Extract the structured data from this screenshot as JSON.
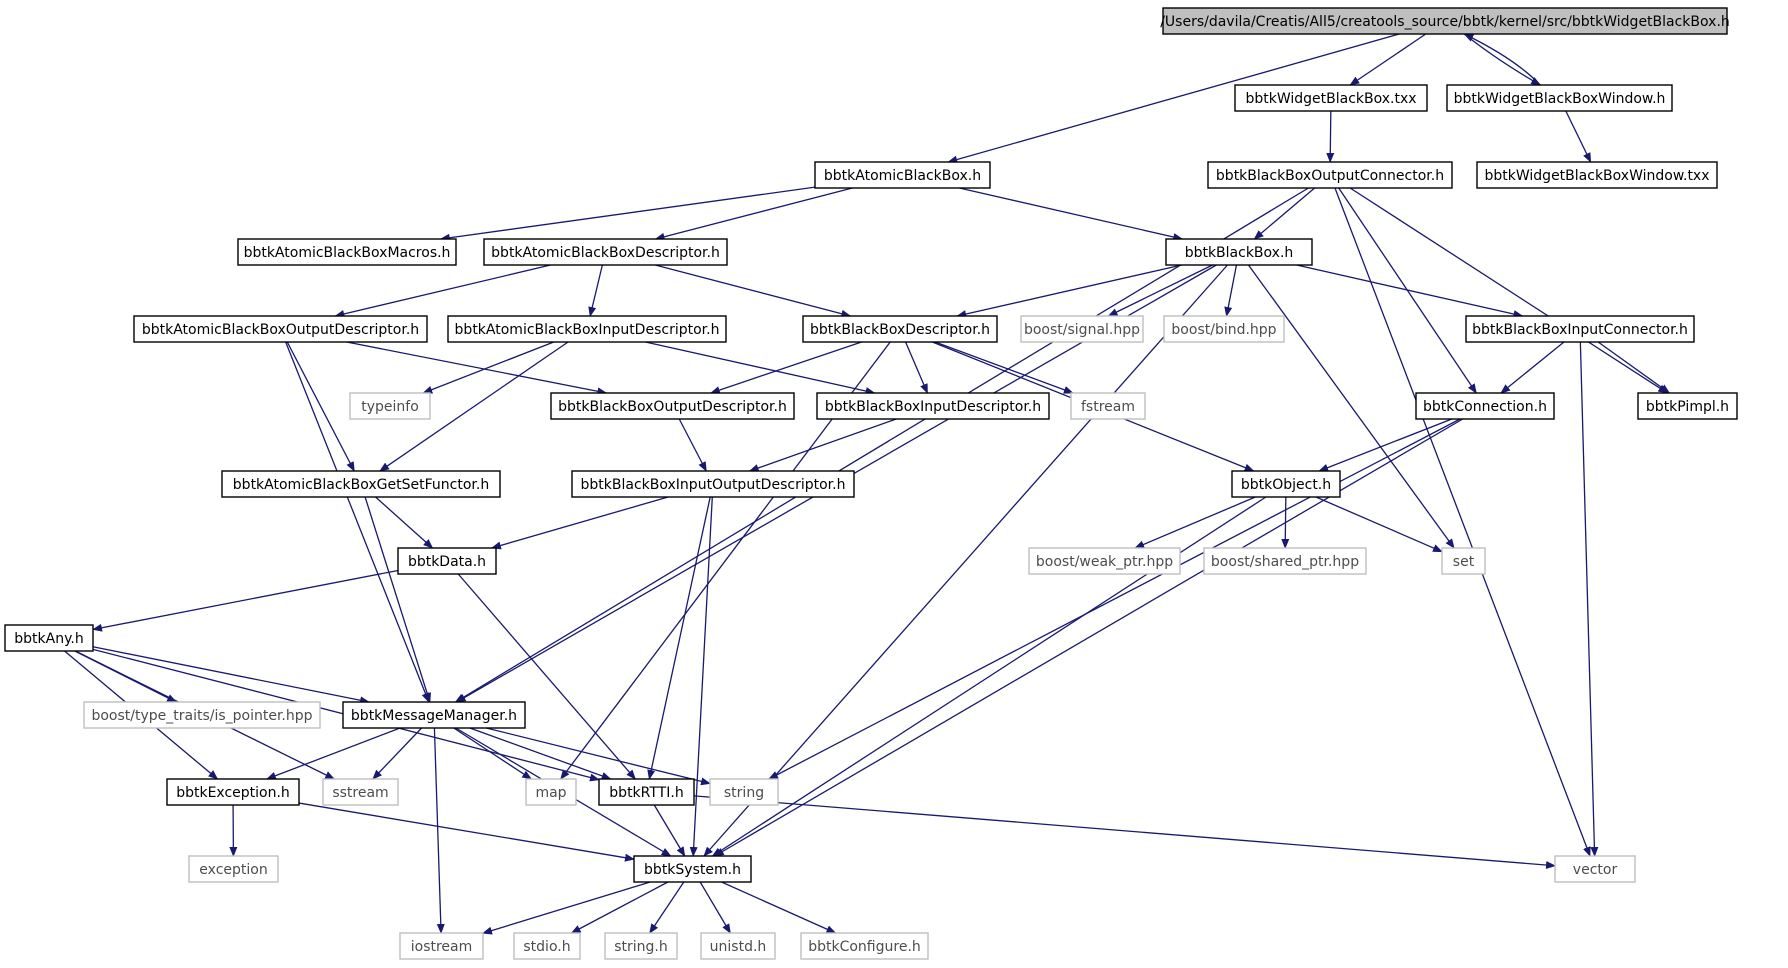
{
  "colors": {
    "edge": "#191970",
    "root_fill": "#bfbfbf",
    "internal_border": "#000000",
    "external_border": "#bfbfbf",
    "external_text": "#4d4d4d"
  },
  "nodes": [
    {
      "id": "root",
      "label": "/Users/davila/Creatis/All5/creatools_source/bbtk/kernel/src/bbtkWidgetBlackBox.h",
      "kind": "root"
    },
    {
      "id": "wbbtxx",
      "label": "bbtkWidgetBlackBox.txx",
      "kind": "internal"
    },
    {
      "id": "wbbwin",
      "label": "bbtkWidgetBlackBoxWindow.h",
      "kind": "internal"
    },
    {
      "id": "wbbwintxx",
      "label": "bbtkWidgetBlackBoxWindow.txx",
      "kind": "internal"
    },
    {
      "id": "abb",
      "label": "bbtkAtomicBlackBox.h",
      "kind": "internal"
    },
    {
      "id": "bboc",
      "label": "bbtkBlackBoxOutputConnector.h",
      "kind": "internal"
    },
    {
      "id": "abbmac",
      "label": "bbtkAtomicBlackBoxMacros.h",
      "kind": "internal"
    },
    {
      "id": "abbd",
      "label": "bbtkAtomicBlackBoxDescriptor.h",
      "kind": "internal"
    },
    {
      "id": "bb",
      "label": "bbtkBlackBox.h",
      "kind": "internal"
    },
    {
      "id": "abbod",
      "label": "bbtkAtomicBlackBoxOutputDescriptor.h",
      "kind": "internal"
    },
    {
      "id": "abbid",
      "label": "bbtkAtomicBlackBoxInputDescriptor.h",
      "kind": "internal"
    },
    {
      "id": "bbd",
      "label": "bbtkBlackBoxDescriptor.h",
      "kind": "internal"
    },
    {
      "id": "signal",
      "label": "boost/signal.hpp",
      "kind": "external"
    },
    {
      "id": "bind",
      "label": "boost/bind.hpp",
      "kind": "external"
    },
    {
      "id": "bbic",
      "label": "bbtkBlackBoxInputConnector.h",
      "kind": "internal"
    },
    {
      "id": "typeinfo",
      "label": "typeinfo",
      "kind": "external"
    },
    {
      "id": "bbod",
      "label": "bbtkBlackBoxOutputDescriptor.h",
      "kind": "internal"
    },
    {
      "id": "bbid",
      "label": "bbtkBlackBoxInputDescriptor.h",
      "kind": "internal"
    },
    {
      "id": "fstream",
      "label": "fstream",
      "kind": "external"
    },
    {
      "id": "conn",
      "label": "bbtkConnection.h",
      "kind": "internal"
    },
    {
      "id": "pimpl",
      "label": "bbtkPimpl.h",
      "kind": "internal"
    },
    {
      "id": "abbgsf",
      "label": "bbtkAtomicBlackBoxGetSetFunctor.h",
      "kind": "internal"
    },
    {
      "id": "bbiod",
      "label": "bbtkBlackBoxInputOutputDescriptor.h",
      "kind": "internal"
    },
    {
      "id": "obj",
      "label": "bbtkObject.h",
      "kind": "internal"
    },
    {
      "id": "data",
      "label": "bbtkData.h",
      "kind": "internal"
    },
    {
      "id": "weak",
      "label": "boost/weak_ptr.hpp",
      "kind": "external"
    },
    {
      "id": "shared",
      "label": "boost/shared_ptr.hpp",
      "kind": "external"
    },
    {
      "id": "set",
      "label": "set",
      "kind": "external"
    },
    {
      "id": "any",
      "label": "bbtkAny.h",
      "kind": "internal"
    },
    {
      "id": "isptr",
      "label": "boost/type_traits/is_pointer.hpp",
      "kind": "external"
    },
    {
      "id": "msg",
      "label": "bbtkMessageManager.h",
      "kind": "internal"
    },
    {
      "id": "exc",
      "label": "bbtkException.h",
      "kind": "internal"
    },
    {
      "id": "sstream",
      "label": "sstream",
      "kind": "external"
    },
    {
      "id": "map",
      "label": "map",
      "kind": "external"
    },
    {
      "id": "rtti",
      "label": "bbtkRTTI.h",
      "kind": "internal"
    },
    {
      "id": "string",
      "label": "string",
      "kind": "external"
    },
    {
      "id": "exception",
      "label": "exception",
      "kind": "external"
    },
    {
      "id": "sys",
      "label": "bbtkSystem.h",
      "kind": "internal"
    },
    {
      "id": "vector",
      "label": "vector",
      "kind": "external"
    },
    {
      "id": "iostream",
      "label": "iostream",
      "kind": "external"
    },
    {
      "id": "stdio",
      "label": "stdio.h",
      "kind": "external"
    },
    {
      "id": "stringh",
      "label": "string.h",
      "kind": "external"
    },
    {
      "id": "unistd",
      "label": "unistd.h",
      "kind": "external"
    },
    {
      "id": "config",
      "label": "bbtkConfigure.h",
      "kind": "external"
    }
  ],
  "edges": [
    [
      "root",
      "wbbtxx"
    ],
    [
      "root",
      "wbbwin"
    ],
    [
      "root",
      "abb"
    ],
    [
      "wbbwin",
      "root"
    ],
    [
      "wbbtxx",
      "bboc"
    ],
    [
      "wbbwin",
      "wbbwintxx"
    ],
    [
      "abb",
      "abbmac"
    ],
    [
      "abb",
      "abbd"
    ],
    [
      "abb",
      "bb"
    ],
    [
      "bboc",
      "bb"
    ],
    [
      "bboc",
      "msg"
    ],
    [
      "bboc",
      "conn"
    ],
    [
      "bboc",
      "pimpl"
    ],
    [
      "bboc",
      "vector"
    ],
    [
      "abbd",
      "abbod"
    ],
    [
      "abbd",
      "abbid"
    ],
    [
      "abbd",
      "bbd"
    ],
    [
      "bb",
      "msg"
    ],
    [
      "bb",
      "bbd"
    ],
    [
      "bb",
      "signal"
    ],
    [
      "bb",
      "bind"
    ],
    [
      "bb",
      "bbic"
    ],
    [
      "bb",
      "set"
    ],
    [
      "bb",
      "sys"
    ],
    [
      "abbod",
      "bbod"
    ],
    [
      "abbod",
      "abbgsf"
    ],
    [
      "abbod",
      "msg"
    ],
    [
      "abbid",
      "typeinfo"
    ],
    [
      "abbid",
      "abbgsf"
    ],
    [
      "abbid",
      "bbid"
    ],
    [
      "bbd",
      "bbod"
    ],
    [
      "bbd",
      "bbid"
    ],
    [
      "bbd",
      "fstream"
    ],
    [
      "bbd",
      "obj"
    ],
    [
      "bbd",
      "map"
    ],
    [
      "bbic",
      "conn"
    ],
    [
      "bbic",
      "pimpl"
    ],
    [
      "bbic",
      "vector"
    ],
    [
      "bbod",
      "bbiod"
    ],
    [
      "bbid",
      "bbiod"
    ],
    [
      "conn",
      "obj"
    ],
    [
      "conn",
      "string"
    ],
    [
      "conn",
      "sys"
    ],
    [
      "abbgsf",
      "data"
    ],
    [
      "abbgsf",
      "msg"
    ],
    [
      "bbiod",
      "data"
    ],
    [
      "bbiod",
      "rtti"
    ],
    [
      "bbiod",
      "sys"
    ],
    [
      "obj",
      "weak"
    ],
    [
      "obj",
      "shared"
    ],
    [
      "obj",
      "set"
    ],
    [
      "obj",
      "sys"
    ],
    [
      "data",
      "any"
    ],
    [
      "data",
      "rtti"
    ],
    [
      "any",
      "isptr"
    ],
    [
      "any",
      "msg"
    ],
    [
      "any",
      "rtti"
    ],
    [
      "any",
      "exc"
    ],
    [
      "any",
      "sstream"
    ],
    [
      "msg",
      "exc"
    ],
    [
      "msg",
      "sstream"
    ],
    [
      "msg",
      "map"
    ],
    [
      "msg",
      "rtti"
    ],
    [
      "msg",
      "string"
    ],
    [
      "msg",
      "iostream"
    ],
    [
      "msg",
      "sys"
    ],
    [
      "exc",
      "exception"
    ],
    [
      "exc",
      "sys"
    ],
    [
      "rtti",
      "sys"
    ],
    [
      "rtti",
      "vector"
    ],
    [
      "sys",
      "iostream"
    ],
    [
      "sys",
      "stdio"
    ],
    [
      "sys",
      "stringh"
    ],
    [
      "sys",
      "unistd"
    ],
    [
      "sys",
      "config"
    ]
  ]
}
